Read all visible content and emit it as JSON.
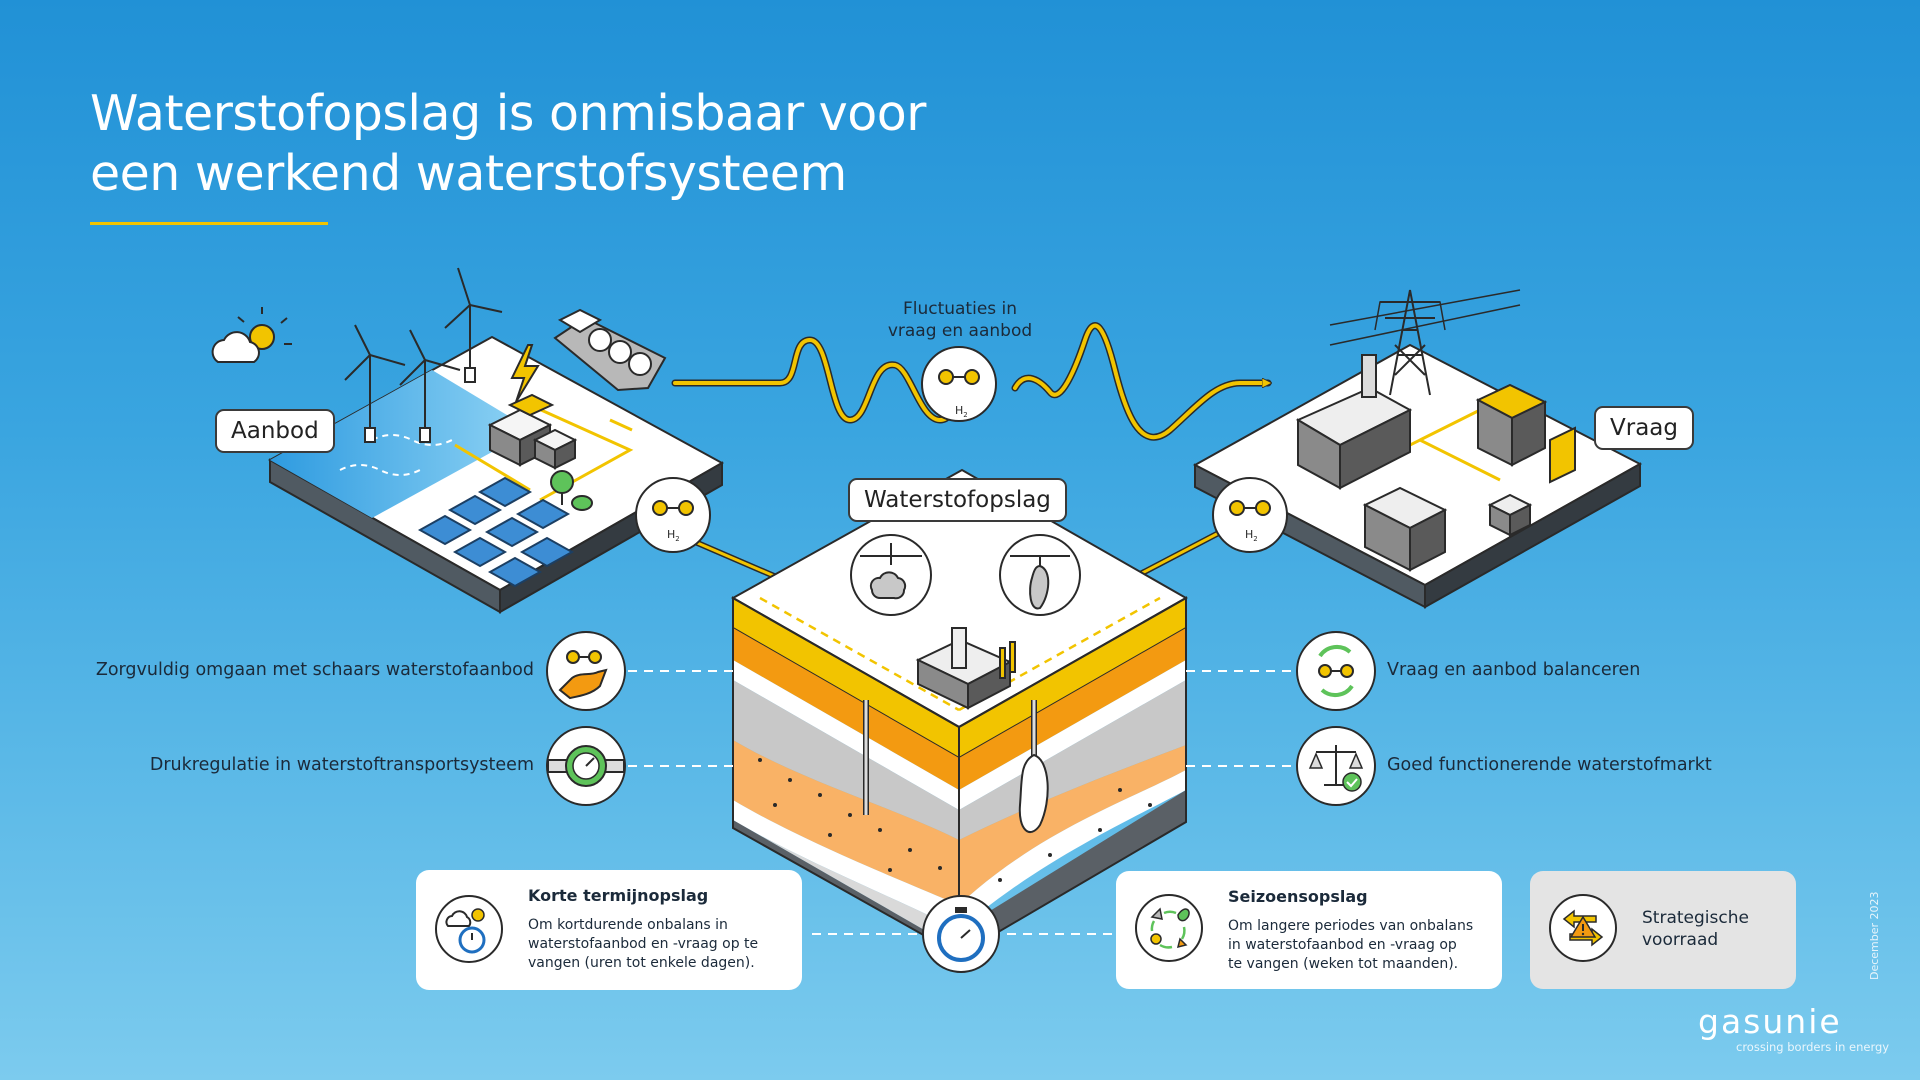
{
  "title": {
    "line1": "Waterstofopslag is onmisbaar voor",
    "line2": "een werkend waterstofsysteem"
  },
  "labels": {
    "supply": "Aanbod",
    "demand": "Vraag",
    "storage": "Waterstofopslag",
    "fluctuation_line1": "Fluctuaties in",
    "fluctuation_line2": "vraag en aanbod",
    "h2": "H",
    "h2_sub": "2"
  },
  "benefits_left": [
    {
      "text": "Zorgvuldig omgaan met schaars waterstofaanbod",
      "icon": "hand-molecule-icon"
    },
    {
      "text": "Drukregulatie in waterstoftransportsysteem",
      "icon": "pressure-gauge-icon"
    }
  ],
  "benefits_right": [
    {
      "text": "Vraag en aanbod balanceren",
      "icon": "balance-cycle-icon"
    },
    {
      "text": "Goed functionerende waterstofmarkt",
      "icon": "scales-check-icon"
    }
  ],
  "cards": {
    "short_term": {
      "title": "Korte termijnopslag",
      "lines": [
        "Om kortdurende onbalans  in",
        "waterstofaanbod en -vraag op te",
        "vangen (uren tot enkele dagen)."
      ],
      "icon": "weather-clock-icon"
    },
    "seasonal": {
      "title": "Seizoensopslag",
      "lines": [
        "Om langere periodes van onbalans",
        "in waterstofaanbod en -vraag op",
        "te vangen (weken tot maanden)."
      ],
      "icon": "seasons-cycle-icon"
    },
    "strategic": {
      "lines": [
        "Strategische",
        "voorraad"
      ],
      "icon": "warning-arrows-icon"
    }
  },
  "footer": {
    "date": "December 2023",
    "logo": "gasunie",
    "tagline": "crossing borders in energy"
  },
  "colors": {
    "yellow": "#f2c400",
    "orange": "#f39a11",
    "sky_top": "#2191d6",
    "sky_bottom": "#7ccbee"
  }
}
